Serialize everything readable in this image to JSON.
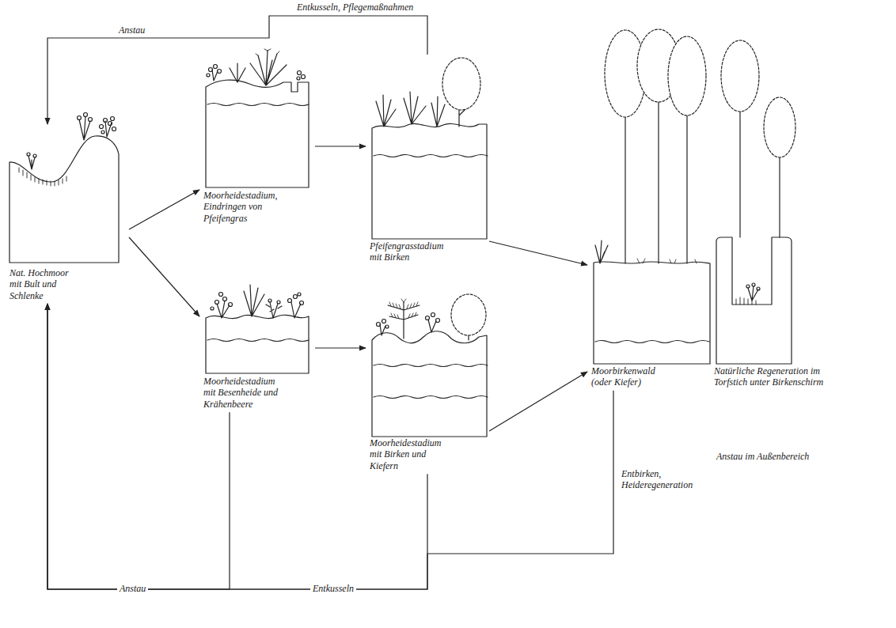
{
  "diagram": {
    "nodes": [
      {
        "text": [
          "Nat. Hochmoor mit Bult und Schlenke"
        ]
      },
      {
        "text": [
          "Moorheidestadium, Eindringen von Pfeifengras"
        ]
      },
      {
        "text": [
          "Pfeifengrasstadium mit Birken"
        ]
      },
      {
        "text": [
          "Moorheidestadium mit Besenheide und Krähenbeere"
        ]
      },
      {
        "text": [
          "Moorheidestadium mit Birken und Kiefern"
        ]
      },
      {
        "text": [
          "Moorbirkenwald (oder Kiefer)"
        ]
      },
      {
        "text": [
          "Natürliche Regeneration im Torfstich unter Birkenschirm"
        ]
      }
    ],
    "edges": [
      {
        "from": 0,
        "to": 1,
        "arrow": "to"
      },
      {
        "from": 0,
        "to": 3,
        "arrow": "to"
      },
      {
        "from": 1,
        "to": 2,
        "arrow": "to"
      },
      {
        "from": 3,
        "to": 4,
        "arrow": "to"
      },
      {
        "from": 2,
        "to": 5,
        "arrow": "to"
      },
      {
        "from": 4,
        "to": 5,
        "arrow": "to"
      },
      {
        "from": 2,
        "to": 0,
        "label": "Entkusseln, Pflegemaßnahmen",
        "arrow": "to"
      },
      {
        "from": 3,
        "to": 0,
        "label": "Anstau",
        "arrow": "to"
      },
      {
        "from": 4,
        "to": 0,
        "label": "Entkusseln",
        "arrow": "to"
      },
      {
        "from": 5,
        "to": 0,
        "label": "Entbirken, Heideregeneration",
        "arrow": "to"
      }
    ],
    "labels": [
      "Anstau",
      "Anstau im Außenbereich"
    ]
  }
}
